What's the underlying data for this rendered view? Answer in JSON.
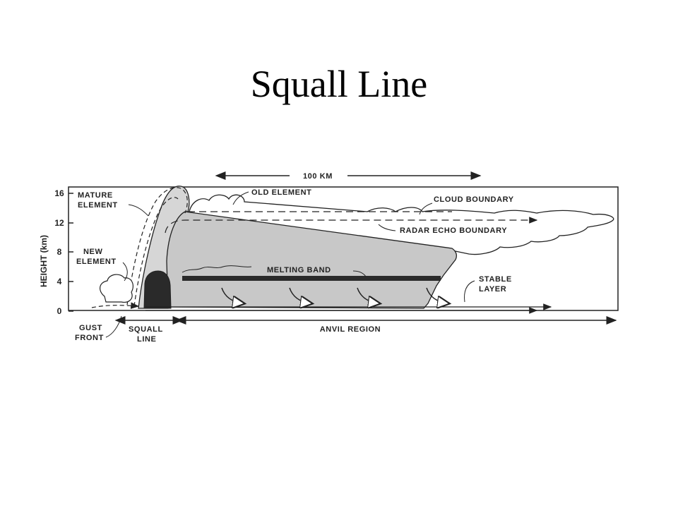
{
  "slide": {
    "title": "Squall Line"
  },
  "diagram": {
    "scale_label": "100 KM",
    "y_axis": {
      "label": "HEIGHT (km)",
      "ticks": [
        "0",
        "4",
        "8",
        "12",
        "16"
      ]
    },
    "labels": {
      "mature_element_1": "MATURE",
      "mature_element_2": "ELEMENT",
      "old_element": "OLD ELEMENT",
      "cloud_boundary": "CLOUD BOUNDARY",
      "radar_echo_boundary": "RADAR ECHO BOUNDARY",
      "new_element_1": "NEW",
      "new_element_2": "ELEMENT",
      "melting_band": "MELTING BAND",
      "stable_layer_1": "STABLE",
      "stable_layer_2": "LAYER",
      "gust_front_1": "GUST",
      "gust_front_2": "FRONT",
      "squall_line_1": "SQUALL",
      "squall_line_2": "LINE",
      "anvil_region": "ANVIL REGION"
    },
    "colors": {
      "echo_fill": "#c8c8c8",
      "core_fill": "#2a2a2a",
      "ink": "#222222"
    }
  }
}
